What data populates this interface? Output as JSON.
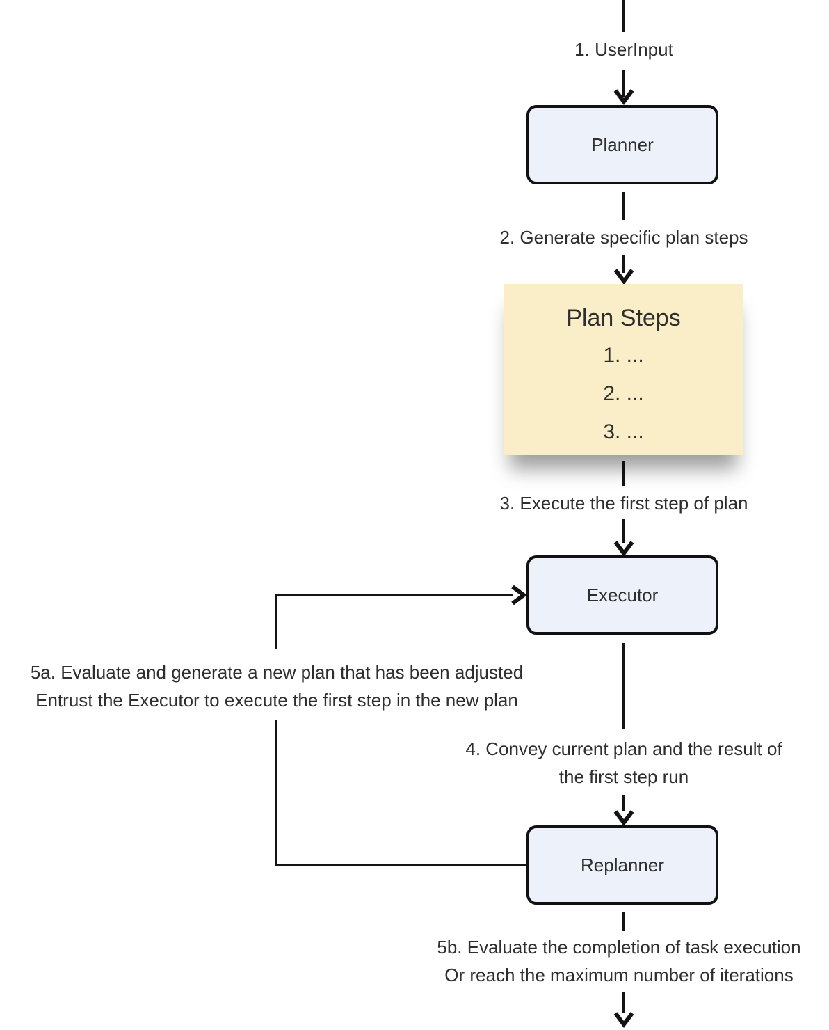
{
  "diagram": {
    "background_color": "#ffffff",
    "line_color": "#141414",
    "text_color": "#2e2e2e",
    "nodes": {
      "planner": {
        "label": "Planner",
        "fill": "#edf1fa",
        "border": "#111111"
      },
      "executor": {
        "label": "Executor",
        "fill": "#edf1fa",
        "border": "#111111"
      },
      "replanner": {
        "label": "Replanner",
        "fill": "#edf1fa",
        "border": "#111111"
      },
      "plan_steps": {
        "title": "Plan Steps",
        "items": [
          "1. ...",
          "2. ...",
          "3. ..."
        ],
        "fill": "#faeec8"
      }
    },
    "edge_labels": {
      "step1": "1. UserInput",
      "step2": "2. Generate specific plan steps",
      "step3": "3. Execute the first step of plan",
      "step4": {
        "line1": "4. Convey current plan and the result of",
        "line2": "the first step run"
      },
      "step5a": {
        "line1": "5a. Evaluate and generate a new plan that has been adjusted",
        "line2": "Entrust the Executor to execute the first step in the new plan"
      },
      "step5b": {
        "line1": "5b. Evaluate the completion of task execution",
        "line2": "Or reach the maximum number of iterations"
      }
    }
  }
}
